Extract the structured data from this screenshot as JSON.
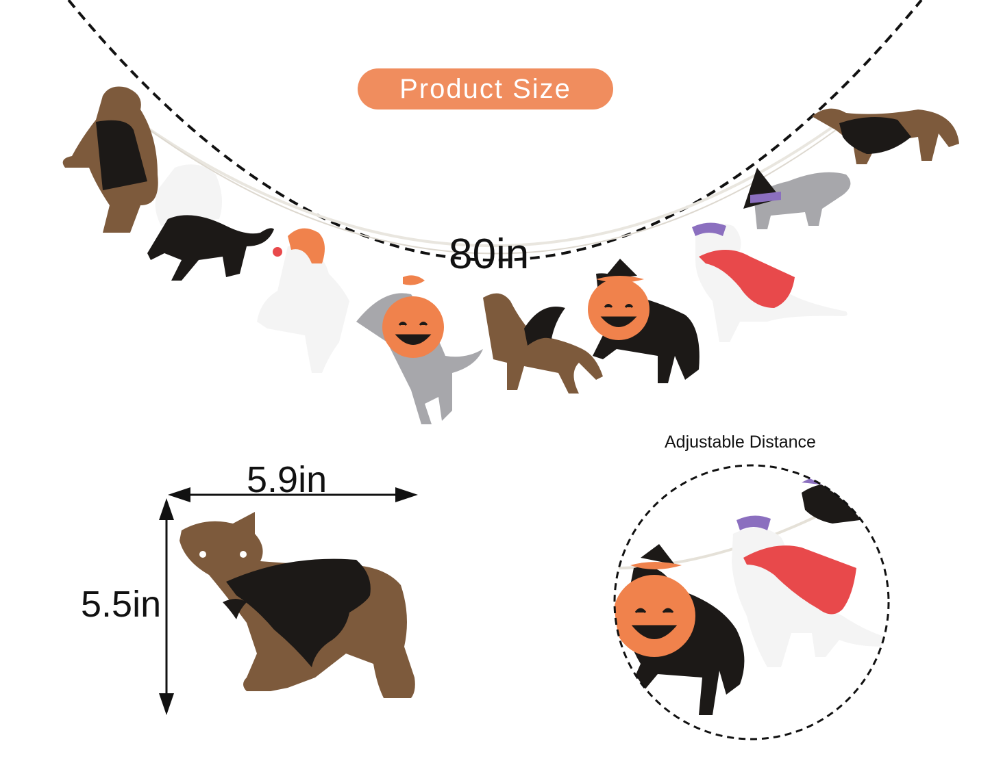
{
  "badge": {
    "label": "Product Size",
    "color": "#f08d5e"
  },
  "dimensions": {
    "garland_length": "80in",
    "piece_width": "5.9in",
    "piece_height": "5.5in",
    "inset_caption": "Adjustable Distance"
  },
  "colors": {
    "brown": "#7d5a3c",
    "black": "#1c1917",
    "white": "#f7f7f7",
    "grey": "#a7a7ab",
    "orange": "#f0824c",
    "red": "#e8494b",
    "purple": "#8b6fbf"
  },
  "garland_pieces": [
    "brown-dog-black-cape",
    "black-cat-white-ghost",
    "white-dog-orange-wig",
    "grey-cat-pumpkin",
    "brown-dachshund-bat-wings",
    "black-cat-pumpkin-witch-hat",
    "white-dog-red-cape-purple-mask",
    "grey-dachshund-witch-hat",
    "brown-dachshund-black-cape"
  ]
}
